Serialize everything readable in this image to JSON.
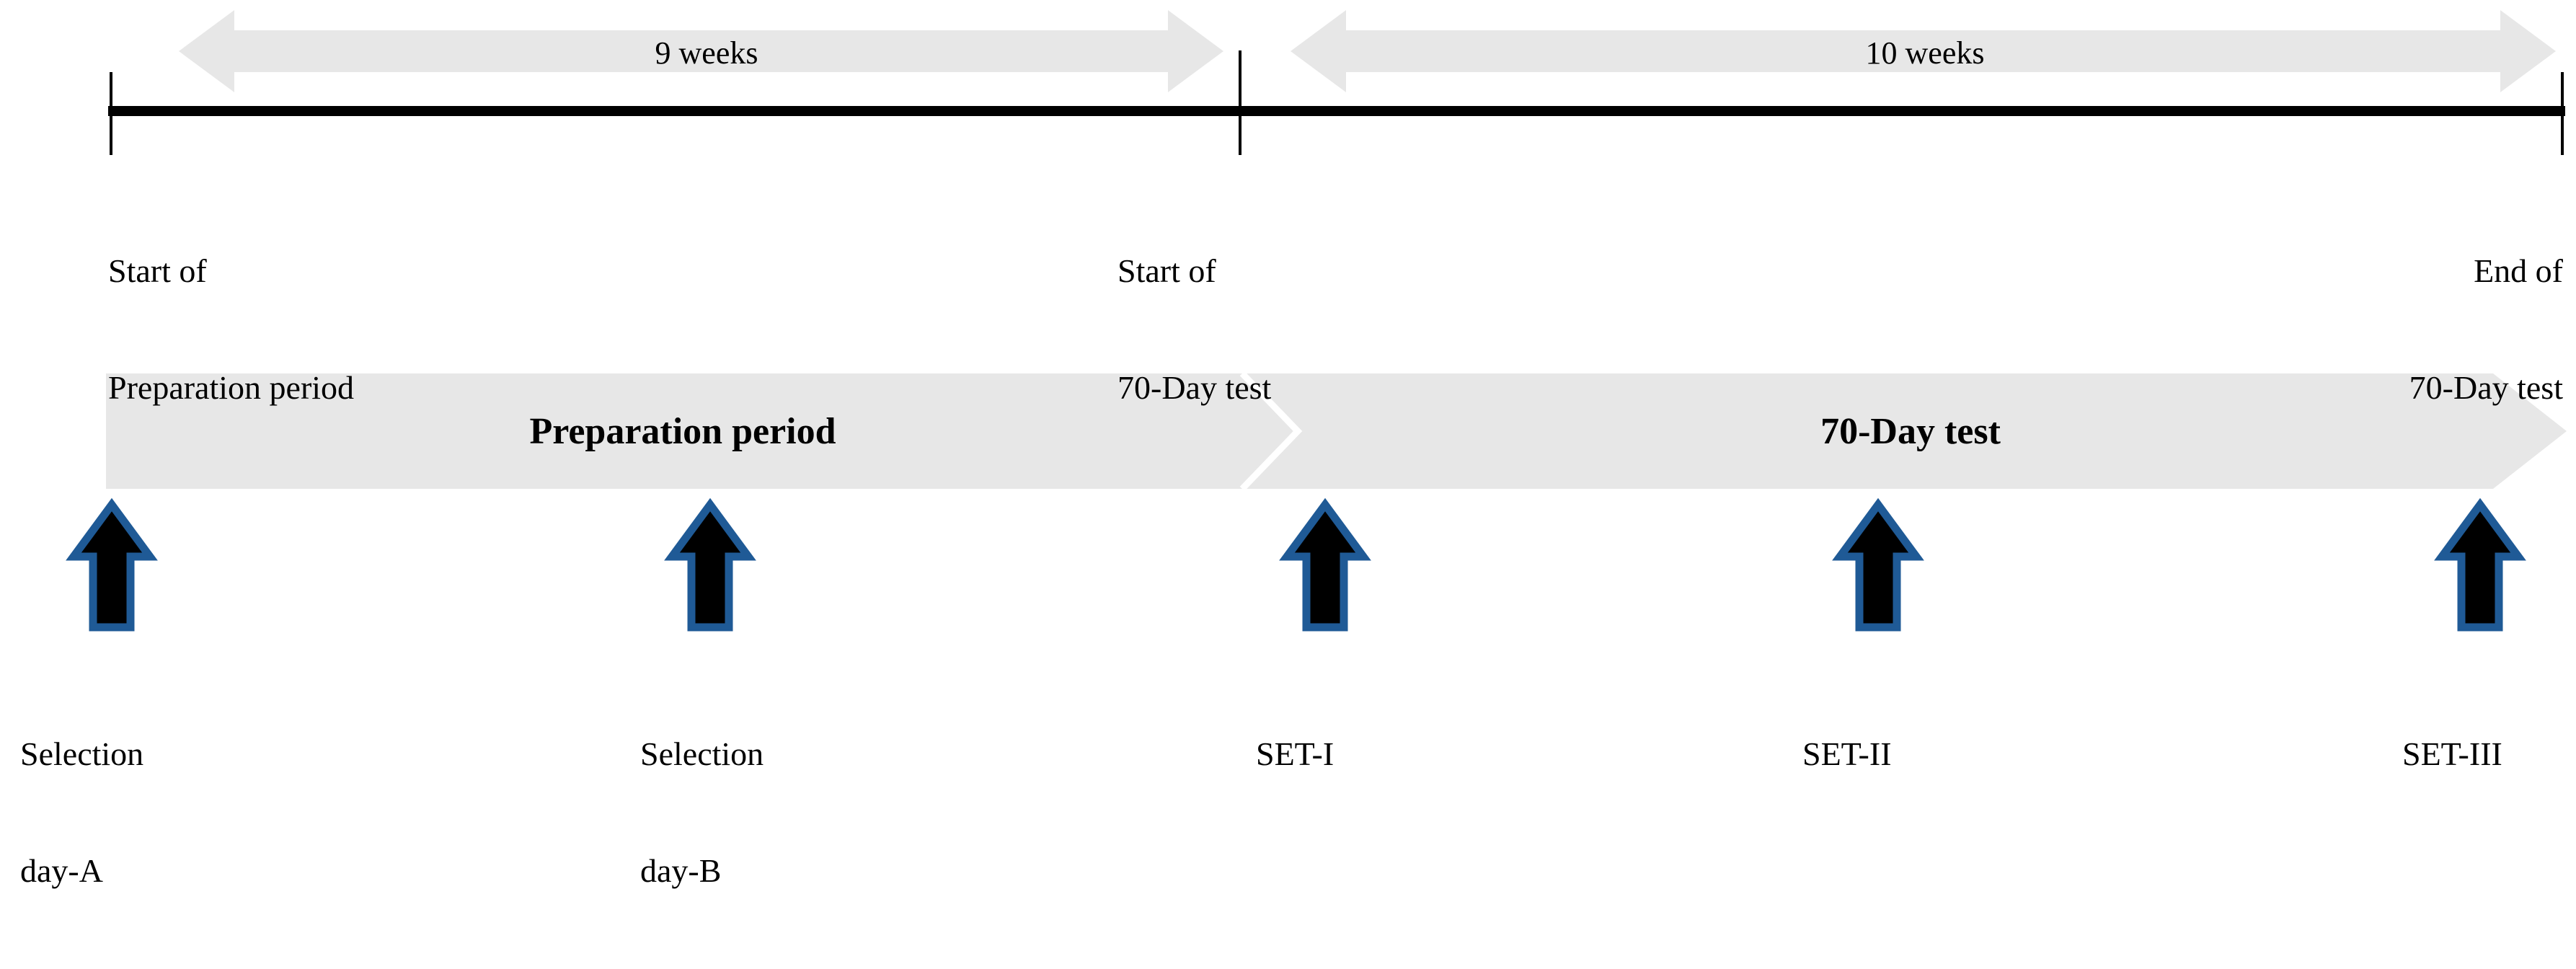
{
  "diagram": {
    "title": "Study timeline: preparation period and 70-Day test",
    "colors": {
      "band_gray": "#E7E7E7",
      "axis_black": "#000000",
      "arrow_blue": "#1F5A96",
      "arrow_fill": "#000000",
      "background": "#FFFFFF",
      "divider_white": "#FFFFFF"
    }
  },
  "timeline": {
    "durations": [
      {
        "id": "duration-9-weeks",
        "label": "9 weeks"
      },
      {
        "id": "duration-10-weeks",
        "label": "10 weeks"
      }
    ],
    "milestones": [
      {
        "id": "milestone-start-preparation",
        "line1": "Start of",
        "line2": "Preparation period"
      },
      {
        "id": "milestone-start-70day",
        "line1": "Start of",
        "line2": "70-Day test"
      },
      {
        "id": "milestone-end-70day",
        "line1": "End of",
        "line2": "70-Day test"
      }
    ]
  },
  "phases": [
    {
      "id": "phase-preparation",
      "label": "Preparation period"
    },
    {
      "id": "phase-70day-test",
      "label": "70-Day test"
    }
  ],
  "events": [
    {
      "id": "event-selection-day-a",
      "line1": "Selection",
      "line2": "day-A"
    },
    {
      "id": "event-selection-day-b",
      "line1": "Selection",
      "line2": "day-B"
    },
    {
      "id": "event-set-1",
      "line1": "SET-I",
      "line2": ""
    },
    {
      "id": "event-set-2",
      "line1": "SET-II",
      "line2": ""
    },
    {
      "id": "event-set-3",
      "line1": "SET-III",
      "line2": ""
    }
  ]
}
